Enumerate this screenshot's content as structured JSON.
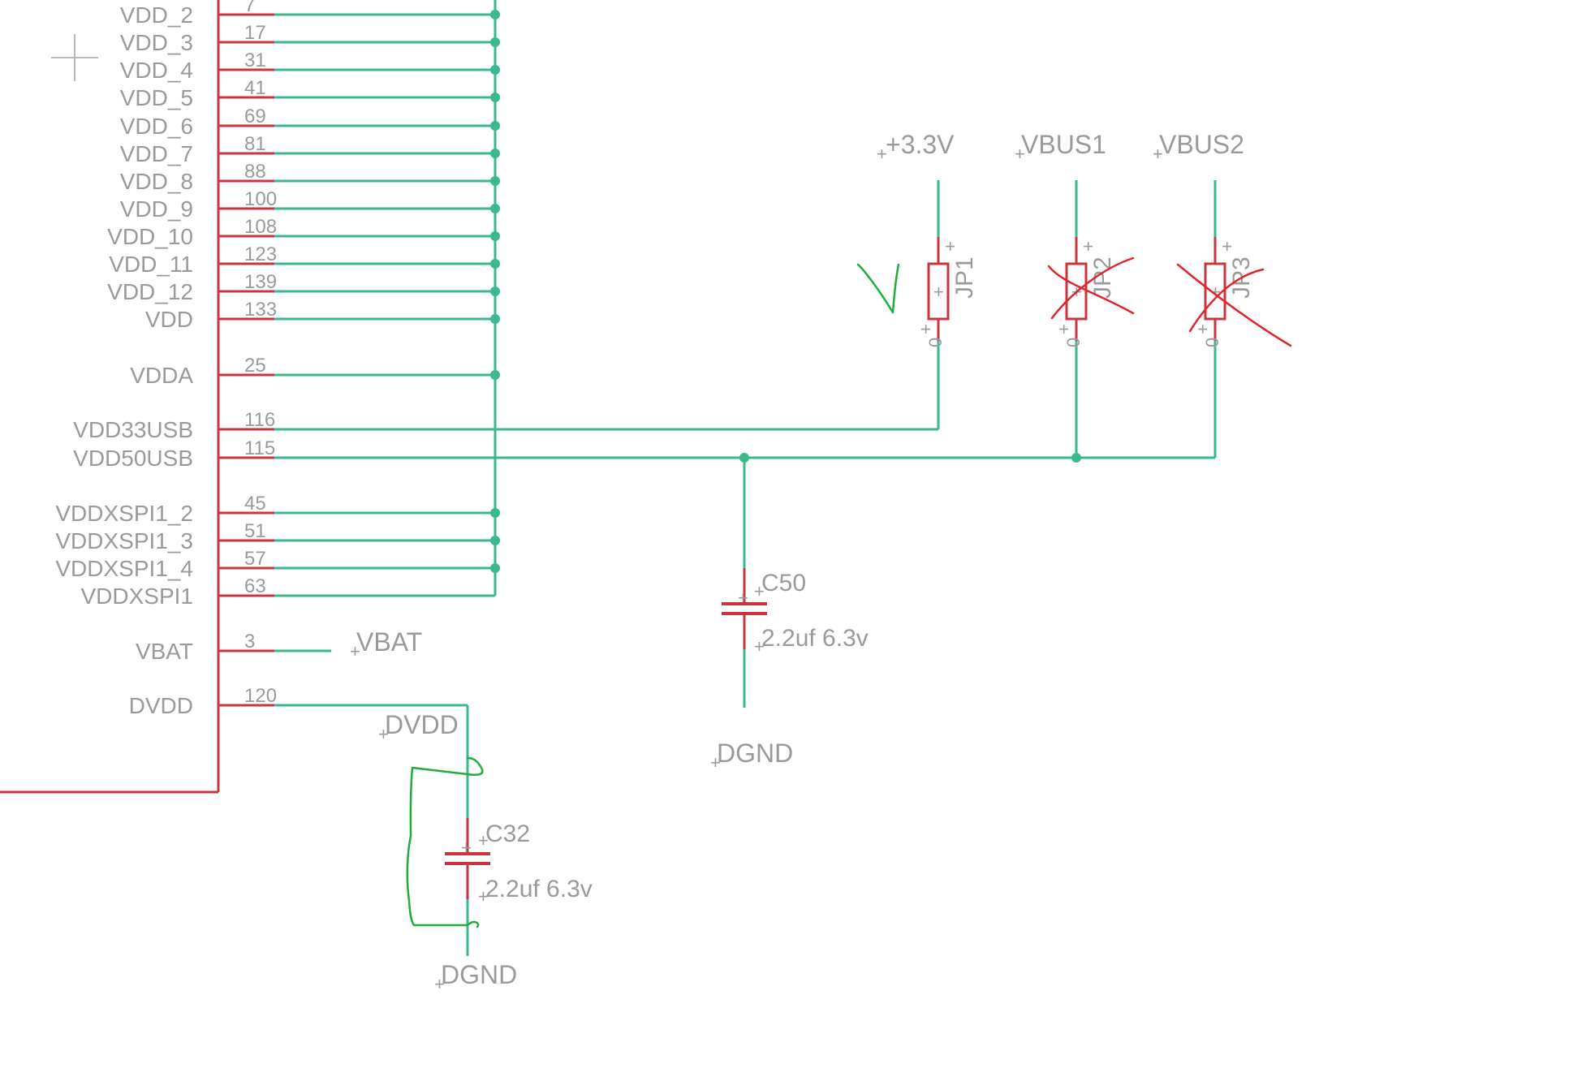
{
  "schematic": {
    "pins": [
      {
        "name": "VDD_2",
        "num": "7"
      },
      {
        "name": "VDD_3",
        "num": "17"
      },
      {
        "name": "VDD_4",
        "num": "31"
      },
      {
        "name": "VDD_5",
        "num": "41"
      },
      {
        "name": "VDD_6",
        "num": "69"
      },
      {
        "name": "VDD_7",
        "num": "81"
      },
      {
        "name": "VDD_8",
        "num": "88"
      },
      {
        "name": "VDD_9",
        "num": "100"
      },
      {
        "name": "VDD_10",
        "num": "108"
      },
      {
        "name": "VDD_11",
        "num": "123"
      },
      {
        "name": "VDD_12",
        "num": "139"
      },
      {
        "name": "VDD",
        "num": "133"
      },
      {
        "name": "VDDA",
        "num": "25"
      },
      {
        "name": "VDD33USB",
        "num": "116"
      },
      {
        "name": "VDD50USB",
        "num": "115"
      },
      {
        "name": "VDDXSPI1_2",
        "num": "45"
      },
      {
        "name": "VDDXSPI1_3",
        "num": "51"
      },
      {
        "name": "VDDXSPI1_4",
        "num": "57"
      },
      {
        "name": "VDDXSPI1",
        "num": "63"
      },
      {
        "name": "VBAT",
        "num": "3"
      },
      {
        "name": "DVDD",
        "num": "120"
      }
    ],
    "nets": {
      "vbat": "VBAT",
      "dvdd": "DVDD",
      "dgnd_1": "DGND",
      "dgnd_2": "DGND",
      "p3v3": "+3.3V",
      "vbus1": "VBUS1",
      "vbus2": "VBUS2"
    },
    "parts": {
      "c50_name": "C50",
      "c50_value": "2.2uf 6.3v",
      "c32_name": "C32",
      "c32_value": "2.2uf 6.3v",
      "jp1": "JP1",
      "jp2": "JP2",
      "jp3": "JP3"
    },
    "jumper_pin_marks": {
      "plus": "+",
      "zero": "0"
    },
    "colors": {
      "wire": "#3ab98a",
      "symbol": "#c9353d",
      "text": "#9a9a9a",
      "annotation_green": "#1fae3c",
      "annotation_red": "#e3232b"
    }
  }
}
